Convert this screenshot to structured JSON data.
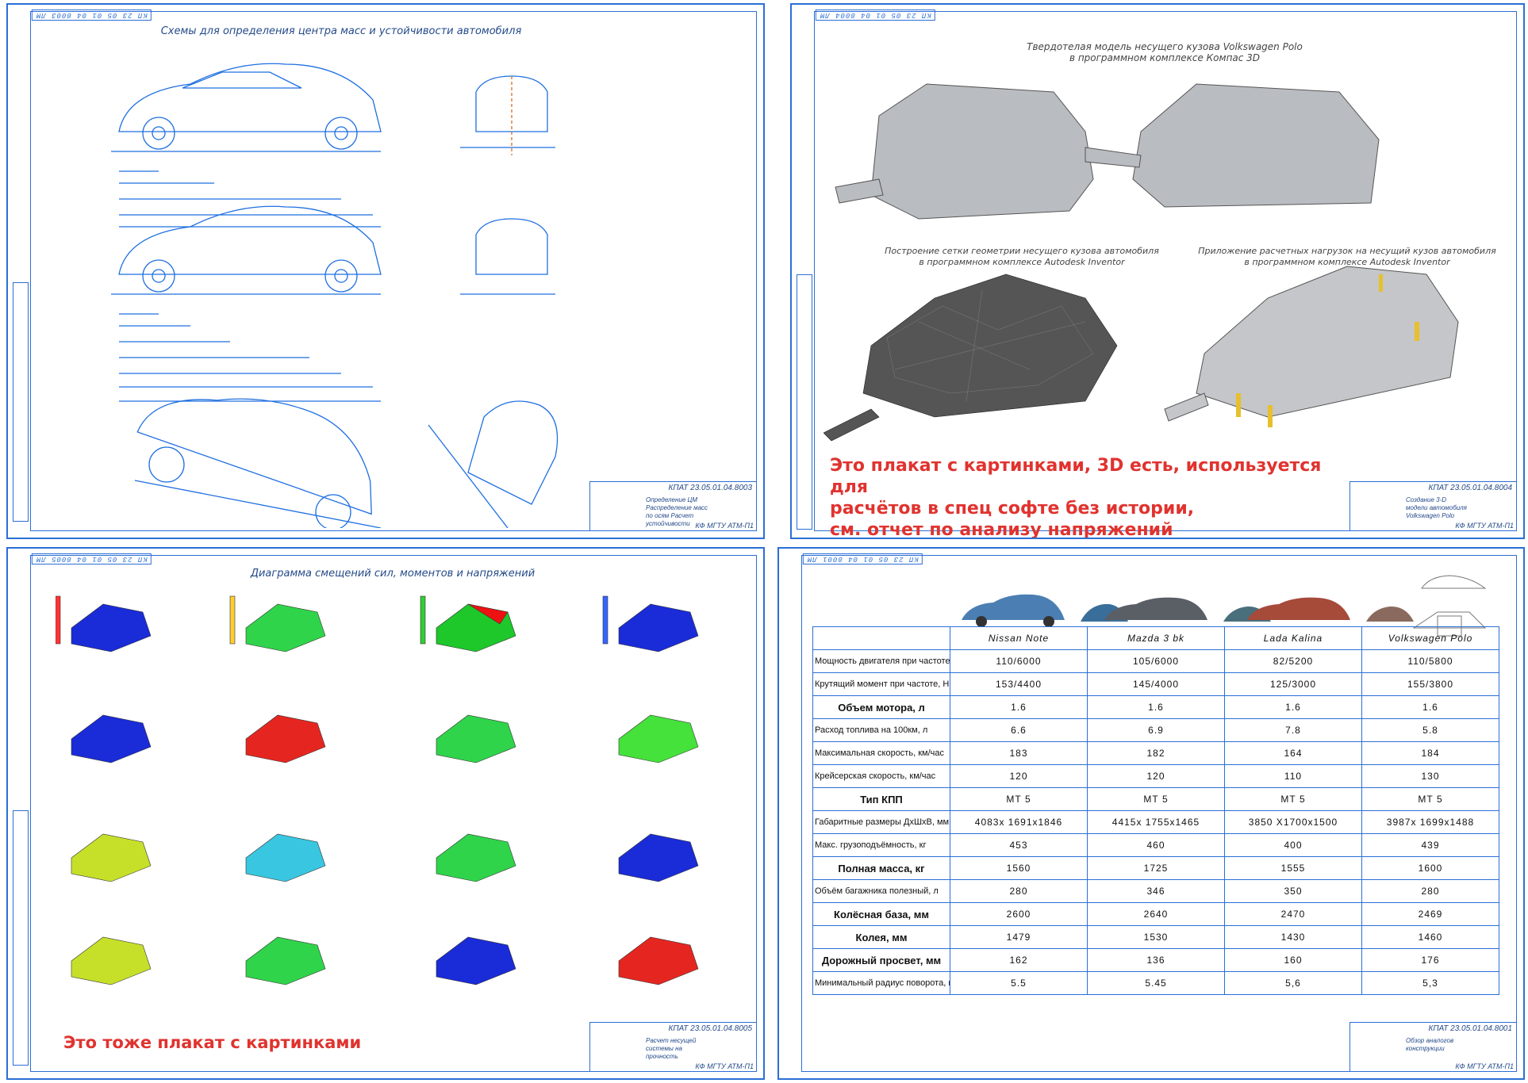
{
  "sheet1": {
    "stamp": "КП 23 05 01 04 8003 ЛМ",
    "title": "Схемы для определения центра масс и устойчивости автомобиля",
    "tb_code": "КПАТ 23.05.01.04.8003",
    "tb_name": "Определение ЦМ Распределение масс по осям Расчет устойчивости",
    "tb_org": "КФ МГТУ АТМ-П1"
  },
  "sheet2": {
    "stamp": "КП 23 05 01 04 8004 ЛМ",
    "title_line1": "Твердотелая модель несущего кузова Volkswagen Polo",
    "title_line2": "в программном комплексе Компас 3D",
    "caption_left_1": "Построение сетки геометрии несущего кузова автомобиля",
    "caption_left_2": "в программном комплексе Autodesk Inventor",
    "caption_right_1": "Приложение расчетных нагрузок на несущий кузов автомобиля",
    "caption_right_2": "в программном комплексе Autodesk Inventor",
    "note": [
      "Это плакат с картинками, 3D есть, используется для",
      "расчётов в спец софте  без истории,",
      "см. отчет по анализу напряжений"
    ],
    "tb_code": "КПАТ 23.05.01.04.8004",
    "tb_name": "Создание 3-D модели автомобиля Volkswagen Polo",
    "tb_org": "КФ МГТУ АТМ-П1"
  },
  "sheet3": {
    "stamp": "КП 23 05 01 04 8005 ЛМ",
    "title": "Диаграмма смещений сил, моментов и напряжений",
    "note": "Это тоже плакат с картинками",
    "tb_code": "КПАТ 23.05.01.04.8005",
    "tb_name": "Расчет несущей системы на прочность",
    "tb_org": "КФ МГТУ АТМ-П1"
  },
  "sheet4": {
    "stamp": "КП 23 05 01 04 8001 ЛМ",
    "tb_code": "КПАТ 23.05.01.04.8001",
    "tb_name": "Обзор аналогов конструкции",
    "tb_org": "КФ МГТУ АТМ-П1",
    "headers": [
      "Nissan Note",
      "Mazda 3 bk",
      "Lada Kalina",
      "Volkswagen Polo"
    ],
    "rows": [
      {
        "label": "Мощность двигателя при частоте, л.с./об/мин",
        "c": false,
        "v": [
          "110/6000",
          "105/6000",
          "82/5200",
          "110/5800"
        ]
      },
      {
        "label": "Крутящий момент при частоте, Нм/об/мин",
        "c": false,
        "v": [
          "153/4400",
          "145/4000",
          "125/3000",
          "155/3800"
        ]
      },
      {
        "label": "Объем мотора, л",
        "c": true,
        "v": [
          "1.6",
          "1.6",
          "1.6",
          "1.6"
        ]
      },
      {
        "label": "Расход топлива на 100км, л",
        "c": false,
        "v": [
          "6.6",
          "6.9",
          "7.8",
          "5.8"
        ]
      },
      {
        "label": "Максимальная скорость, км/час",
        "c": false,
        "v": [
          "183",
          "182",
          "164",
          "184"
        ]
      },
      {
        "label": "Крейсерская скорость, км/час",
        "c": false,
        "v": [
          "120",
          "120",
          "110",
          "130"
        ]
      },
      {
        "label": "Тип КПП",
        "c": true,
        "v": [
          "МТ 5",
          "МТ 5",
          "МТ 5",
          "МТ 5"
        ]
      },
      {
        "label": "Габаритные размеры ДхШхВ, мм",
        "c": false,
        "tall": true,
        "v": [
          "4083х 1691х1846",
          "4415х 1755х1465",
          "3850 Х1700х1500",
          "3987х 1699х1488"
        ]
      },
      {
        "label": "Макс. грузоподъёмность, кг",
        "c": false,
        "v": [
          "453",
          "460",
          "400",
          "439"
        ]
      },
      {
        "label": "Полная масса, кг",
        "c": true,
        "v": [
          "1560",
          "1725",
          "1555",
          "1600"
        ]
      },
      {
        "label": "Объём багажника полезный, л",
        "c": false,
        "v": [
          "280",
          "346",
          "350",
          "280"
        ]
      },
      {
        "label": "Колёсная база, мм",
        "c": true,
        "v": [
          "2600",
          "2640",
          "2470",
          "2469"
        ]
      },
      {
        "label": "Колея, мм",
        "c": true,
        "v": [
          "1479",
          "1530",
          "1430",
          "1460"
        ]
      },
      {
        "label": "Дорожный просвет, мм",
        "c": true,
        "v": [
          "162",
          "136",
          "160",
          "176"
        ]
      },
      {
        "label": "Минимальный радиус поворота, м",
        "c": false,
        "v": [
          "5.5",
          "5.45",
          "5,6",
          "5,3"
        ]
      }
    ]
  },
  "colors": {
    "frame": "#2a6fd6",
    "note": "#e0332f"
  },
  "icons": [
    "car-side-drawing",
    "car-front-drawing",
    "car-3d-model",
    "fem-result-icon"
  ]
}
